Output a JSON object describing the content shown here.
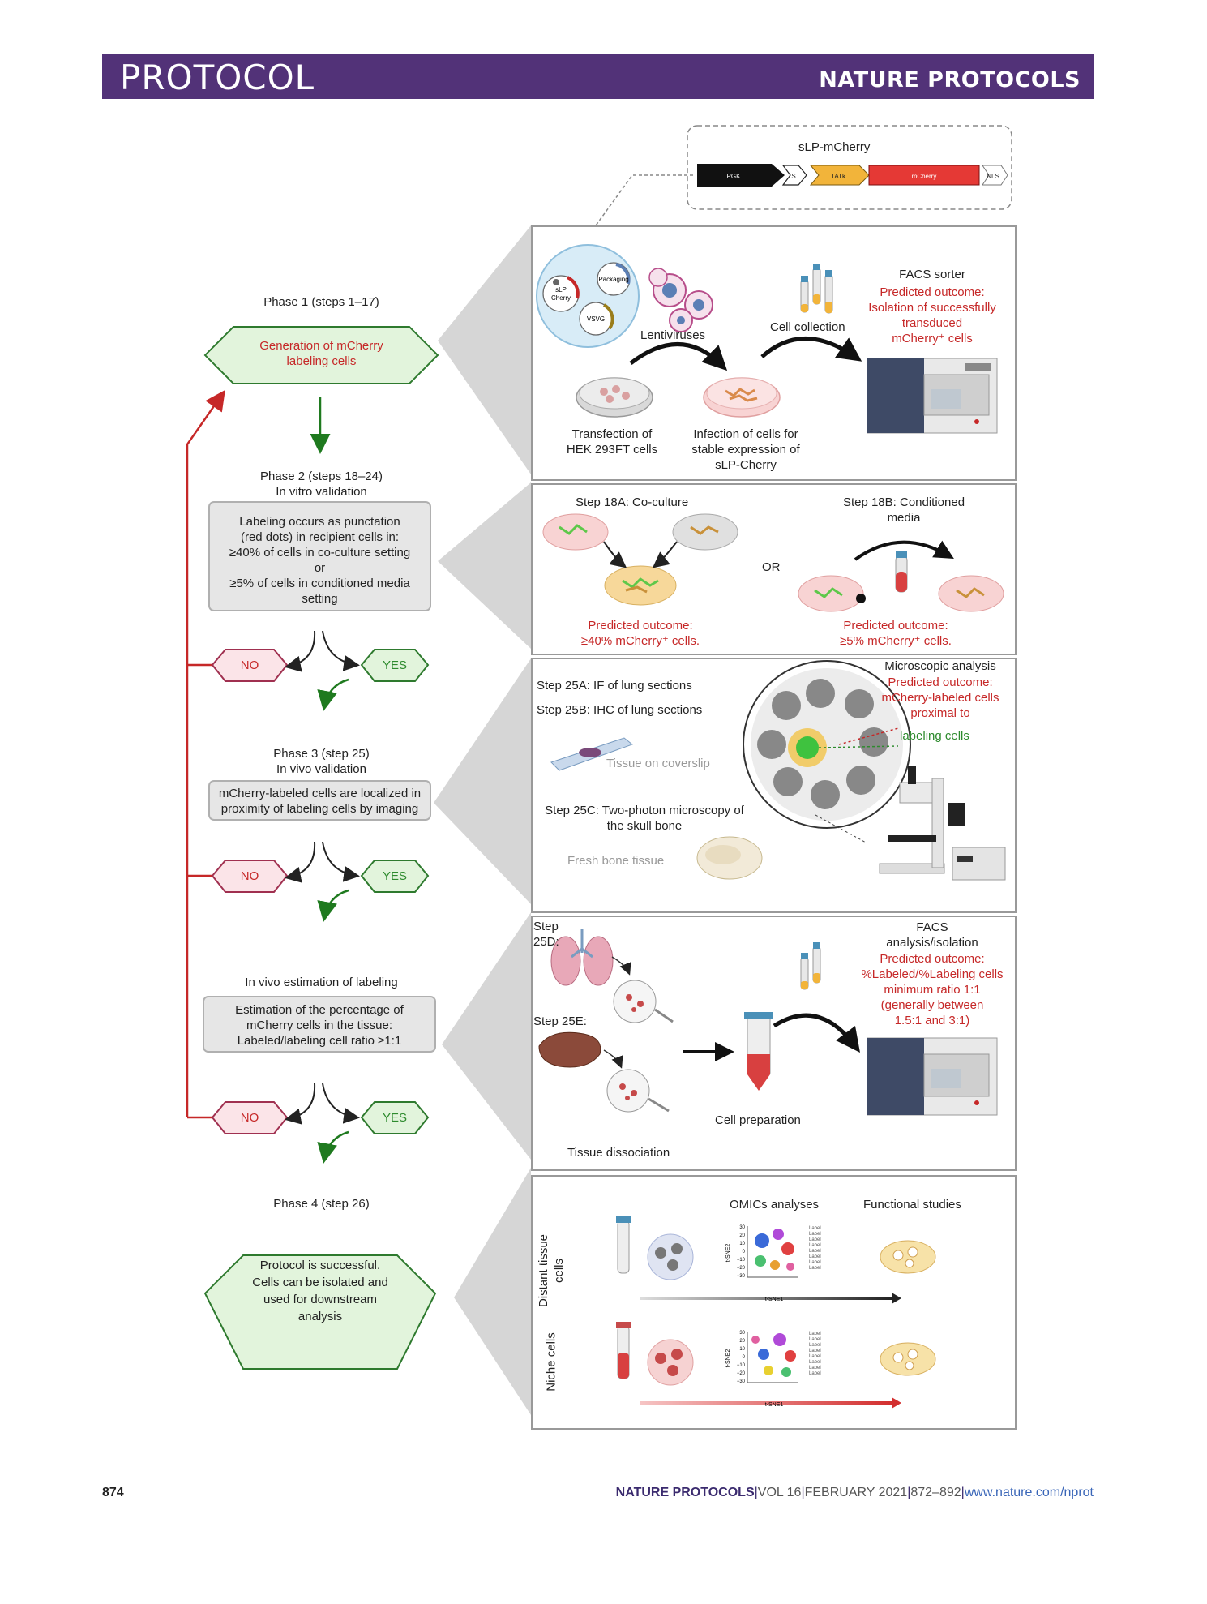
{
  "header": {
    "left": "PROTOCOL",
    "right": "NATURE PROTOCOLS"
  },
  "construct": {
    "title": "sLP-mCherry",
    "parts": [
      "PGK",
      "S",
      "TATk",
      "mCherry",
      "NLS"
    ]
  },
  "flow": {
    "phase1": {
      "title": "Phase 1 (steps 1–17)",
      "box": "Generation of mCherry labeling cells"
    },
    "phase2": {
      "title_line1": "Phase 2 (steps 18–24)",
      "title_line2": "In vitro validation",
      "box_lines": [
        "Labeling occurs as punctation",
        "(red dots) in recipient cells in:",
        "≥40% of cells in co-culture setting",
        "or",
        "≥5% of cells in conditioned media",
        "setting"
      ]
    },
    "phase3": {
      "title_line1": "Phase 3 (step 25)",
      "title_line2": "In vivo validation",
      "box_lines": [
        "mCherry-labeled cells are localized in",
        "proximity of labeling cells by imaging"
      ]
    },
    "estimation": {
      "title": "In vivo estimation of labeling",
      "box_lines": [
        "Estimation of the percentage of",
        "mCherry cells in the tissue:",
        "Labeled/labeling cell ratio ≥1:1"
      ]
    },
    "phase4": {
      "title": "Phase 4 (step 26)",
      "box_lines": [
        "Protocol is successful.",
        "Cells can be isolated and",
        "used for downstream",
        "analysis"
      ]
    },
    "no": "NO",
    "yes": "YES"
  },
  "panel1": {
    "bubble": {
      "slp": "sLP",
      "cherry": "Cherry",
      "packaging": "Packaging",
      "vsvg": "VSVG"
    },
    "lentiviruses": "Lentiviruses",
    "cell_collection": "Cell collection",
    "facs_sorter": "FACS sorter",
    "outcome": [
      "Predicted outcome:",
      "Isolation of successfully",
      "transduced",
      "mCherry⁺ cells"
    ],
    "transfection": [
      "Transfection of",
      "HEK 293FT cells"
    ],
    "infection": [
      "Infection of cells for",
      "stable expression of",
      "sLP-Cherry"
    ]
  },
  "panel2": {
    "coculture": "Step 18A: Co-culture",
    "conditioned": [
      "Step 18B: Conditioned",
      "media"
    ],
    "or": "OR",
    "outcome_a": [
      "Predicted outcome:",
      "≥40% mCherry⁺  cells."
    ],
    "outcome_b": [
      "Predicted outcome:",
      "≥5% mCherry⁺  cells."
    ]
  },
  "panel3": {
    "step25a": "Step 25A: IF of lung sections",
    "step25b": "Step 25B: IHC of lung sections",
    "coverslip": "Tissue on coverslip",
    "step25c": [
      "Step 25C: Two-photon microscopy of",
      "the skull bone"
    ],
    "bone": "Fresh bone tissue",
    "micro_title": "Microscopic analysis",
    "outcome": [
      "Predicted outcome:",
      "mCherry-labeled cells",
      "proximal to"
    ],
    "labeling": "labeling cells"
  },
  "panel4": {
    "step25d": [
      "Step",
      "25D:"
    ],
    "step25e": "Step 25E:",
    "dissociation": "Tissue dissociation",
    "preparation": "Cell preparation",
    "facs": [
      "FACS",
      "analysis/isolation"
    ],
    "outcome": [
      "Predicted outcome:",
      "%Labeled/%Labeling cells",
      "minimum ratio 1:1",
      "(generally between",
      "1.5:1 and 3:1)"
    ]
  },
  "panel5": {
    "omics": "OMICs analyses",
    "functional": "Functional studies",
    "distant": [
      "Distant tissue",
      "cells"
    ],
    "niche": "Niche cells",
    "tsne_x": "t-SNE1",
    "tsne_y": "t-SNE2",
    "y_ticks": [
      "30",
      "20",
      "10",
      "0",
      "−10",
      "−20",
      "−30"
    ],
    "legend_label": "Label"
  },
  "footer": {
    "page": "874",
    "journal": "NATURE PROTOCOLS",
    "vol": "VOL 16",
    "date": "FEBRUARY 2021",
    "pages": "872–892",
    "url": "www.nature.com/nprot"
  },
  "colors": {
    "banner": "#523278",
    "red": "#c62828",
    "green": "#2e8b2e"
  }
}
